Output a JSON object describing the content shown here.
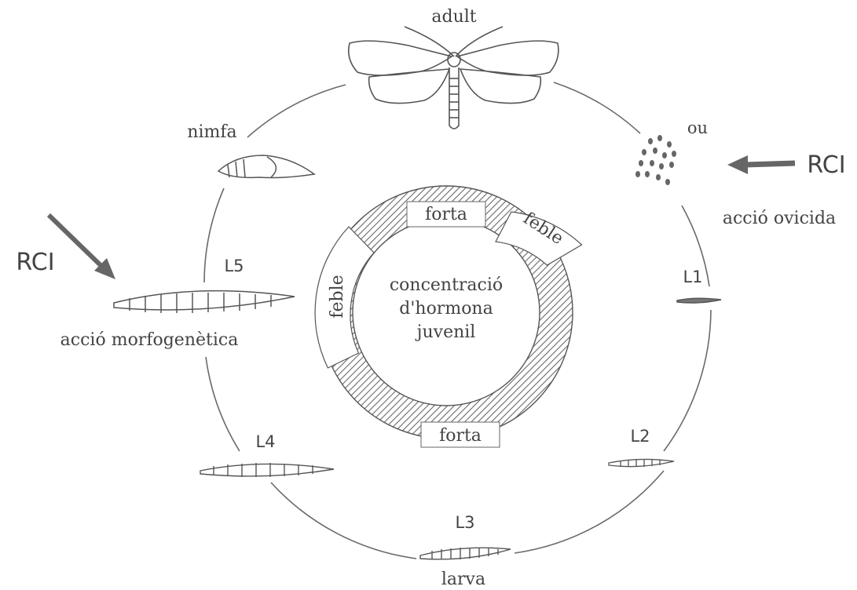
{
  "stages": {
    "adult": "adult",
    "egg": "ou",
    "nymph": "nimfa",
    "l1": "L1",
    "l2": "L2",
    "l3": "L3",
    "l4": "L4",
    "l5": "L5",
    "larva": "larva"
  },
  "center": {
    "line1": "concentració",
    "line2": "d'hormona",
    "line3": "juvenil"
  },
  "ring": {
    "top": "forta",
    "bottom": "forta",
    "right": "feble",
    "left": "feble"
  },
  "actions": {
    "rci_right": "RCI",
    "ovicidal": "acció ovicida",
    "rci_left": "RCI",
    "morphogenetic": "acció morfogenètica"
  },
  "colors": {
    "ink": "#555555",
    "hatch": "#6a6a6a",
    "arrow": "#666666",
    "background": "#ffffff"
  }
}
